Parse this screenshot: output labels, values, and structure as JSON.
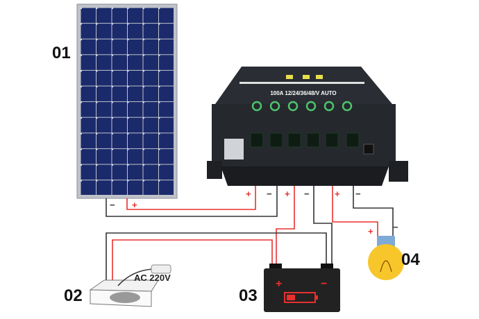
{
  "labels": {
    "panel": "01",
    "inverter": "02",
    "battery": "03",
    "load": "04"
  },
  "controller": {
    "rating_text": "100A 12/24/36/48/V AUTO"
  },
  "inverter": {
    "output_text": "AC 220V"
  },
  "polarity": {
    "plus": "+",
    "minus": "−"
  },
  "colors": {
    "positive_wire": "#e8302f",
    "negative_wire": "#333333",
    "panel_cell": "#1b2a6b",
    "controller_body": "#2a2d33",
    "battery_body": "#222222"
  }
}
